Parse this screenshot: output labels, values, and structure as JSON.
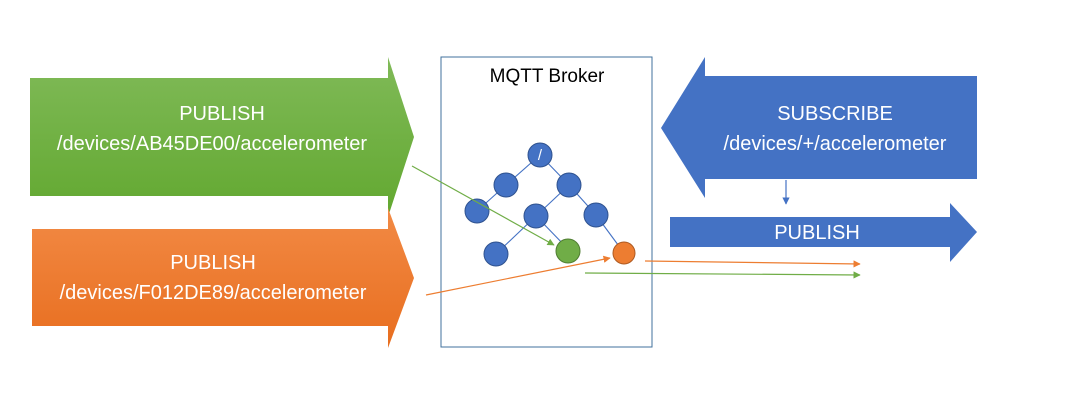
{
  "publish_green": {
    "line1": "PUBLISH",
    "line2": "/devices/AB45DE00/accelerometer"
  },
  "publish_orange": {
    "line1": "PUBLISH",
    "line2": "/devices/F012DE89/accelerometer"
  },
  "subscribe": {
    "line1": "SUBSCRIBE",
    "line2": "/devices/+/accelerometer"
  },
  "publish_out": {
    "label": "PUBLISH"
  },
  "broker": {
    "title": "MQTT Broker",
    "root_label": "/"
  },
  "colors": {
    "green": "#6db33f",
    "orange": "#ed7d31",
    "blue": "#4472c4"
  }
}
